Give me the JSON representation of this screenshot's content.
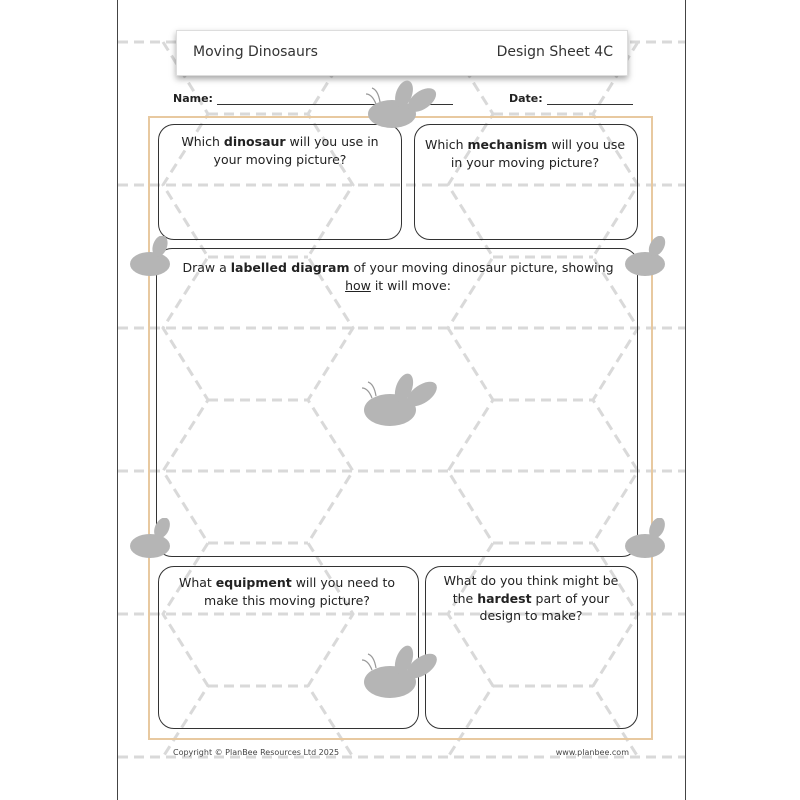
{
  "header": {
    "title": "Moving Dinosaurs",
    "sheet_id": "Design Sheet 4C"
  },
  "fields": {
    "name_label": "Name:",
    "date_label": "Date:"
  },
  "boxes": {
    "q1": {
      "pre": "Which ",
      "bold": "dinosaur",
      "post": " will you use in your moving picture?"
    },
    "q2": {
      "pre": "Which ",
      "bold": "mechanism",
      "post": " will you use in your moving picture?"
    },
    "q3": {
      "pre": "Draw a ",
      "bold": "labelled diagram",
      "mid": " of your moving dinosaur picture, showing ",
      "underline": "how",
      "post": " it will move:"
    },
    "q4": {
      "pre": "What ",
      "bold": "equipment",
      "post": " will you need to make this moving picture?"
    },
    "q5": {
      "pre": "What do you think might be the ",
      "bold": "hardest",
      "post": " part of your design to make?"
    }
  },
  "footer": {
    "copyright": "Copyright © PlanBee Resources Ltd 2025",
    "website": "www.planbee.com"
  },
  "icons": {
    "watermark": "bee-icon"
  },
  "colors": {
    "frame": "#e8c9a0",
    "pattern": "#d9d9d9",
    "bee": "#b5b5b5"
  }
}
